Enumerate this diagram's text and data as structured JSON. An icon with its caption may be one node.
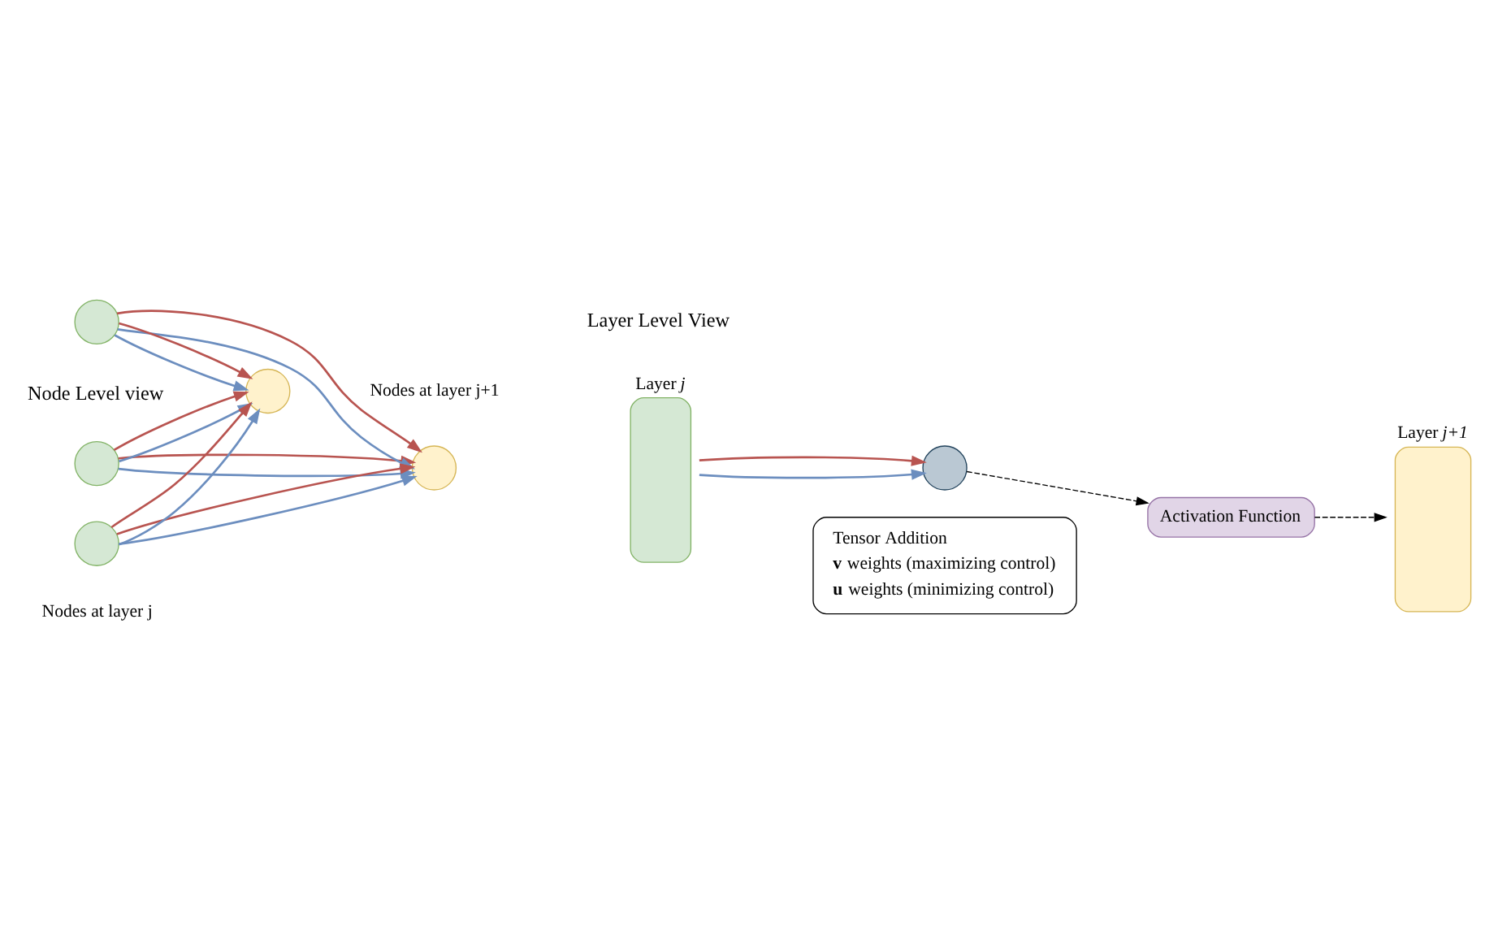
{
  "diagram": {
    "nodes": [
      {
        "text": [],
        "shape": "circle"
      },
      {
        "text": [],
        "shape": "circle"
      },
      {
        "text": [],
        "shape": "circle"
      },
      {
        "text": [],
        "shape": "circle"
      },
      {
        "text": [],
        "shape": "circle"
      },
      {
        "text": [
          "Layer *j*"
        ]
      },
      {
        "text": [],
        "shape": "circle"
      },
      {
        "text": [
          "Activation Function"
        ]
      },
      {
        "text": [
          "Layer *j+1*"
        ]
      }
    ],
    "edges": [
      {
        "from": 0,
        "to": 3,
        "arrow": "to",
        "color": "#6c8ebf"
      },
      {
        "from": 0,
        "to": 3,
        "arrow": "to",
        "color": "#b85450"
      },
      {
        "from": 0,
        "to": 4,
        "arrow": "to",
        "color": "#6c8ebf"
      },
      {
        "from": 0,
        "to": 4,
        "arrow": "to",
        "color": "#b85450"
      },
      {
        "from": 1,
        "to": 3,
        "arrow": "to",
        "color": "#6c8ebf"
      },
      {
        "from": 1,
        "to": 3,
        "arrow": "to",
        "color": "#b85450"
      },
      {
        "from": 1,
        "to": 4,
        "arrow": "to",
        "color": "#6c8ebf"
      },
      {
        "from": 1,
        "to": 4,
        "arrow": "to",
        "color": "#b85450"
      },
      {
        "from": 2,
        "to": 3,
        "arrow": "to",
        "color": "#6c8ebf"
      },
      {
        "from": 2,
        "to": 3,
        "arrow": "to",
        "color": "#b85450"
      },
      {
        "from": 2,
        "to": 4,
        "arrow": "to",
        "color": "#6c8ebf"
      },
      {
        "from": 2,
        "to": 4,
        "arrow": "to",
        "color": "#b85450"
      },
      {
        "from": 5,
        "to": 6,
        "arrow": "to",
        "color": "#6c8ebf"
      },
      {
        "from": 5,
        "to": 6,
        "arrow": "to",
        "color": "#b85450"
      },
      {
        "from": 6,
        "to": 7,
        "arrow": "to",
        "style": "dashed",
        "color": "#000000"
      },
      {
        "from": 7,
        "to": 8,
        "arrow": "to",
        "style": "dashed",
        "color": "#000000"
      }
    ],
    "labels": [
      "Node Level view",
      "Layer Level View",
      "Nodes at layer j",
      "Nodes at layer j+1"
    ],
    "legend": [
      {
        "text": "Tensor Addition"
      },
      {
        "text": "**v** weights (maximizing control)"
      },
      {
        "text": "**u** weights (minimizing control)"
      }
    ]
  }
}
